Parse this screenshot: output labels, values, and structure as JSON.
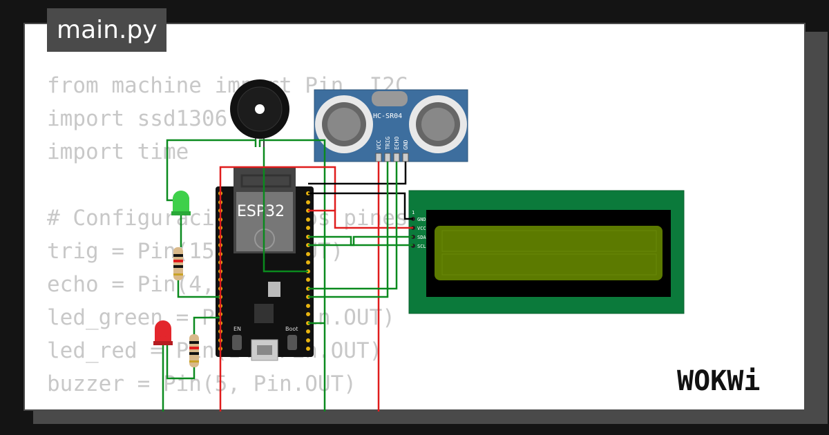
{
  "tab": {
    "label": "main.py"
  },
  "code": {
    "lines": [
      "from machine import Pin, I2C",
      "import ssd1306",
      "import time",
      "",
      "# Configuración de los pines",
      "trig = Pin(15, Pin.OUT)",
      "echo = Pin(4, Pin.IN)",
      "led_green = Pin(2, Pin.OUT)",
      "led_red = Pin(14, Pin.OUT)",
      "buzzer = Pin(5, Pin.OUT)"
    ]
  },
  "components": {
    "mcu_label": "ESP32",
    "sensor_label": "HC-SR04",
    "sensor_pins": [
      "VCC",
      "TRIG",
      "ECHO",
      "GND"
    ],
    "lcd_pins": [
      "GND",
      "VCC",
      "SDA",
      "SCL"
    ],
    "lcd_pin_number": "1",
    "en_label": "EN",
    "boot_label": "Boot"
  },
  "brand": {
    "logo": "WOKWi"
  },
  "colors": {
    "wire_green": "#0a8a1e",
    "wire_red": "#e01c1c",
    "wire_black": "#000000",
    "lcd_board": "#0b7a3b",
    "lcd_screen": "#5c7a00",
    "sensor_blue": "#3d6e9e"
  }
}
